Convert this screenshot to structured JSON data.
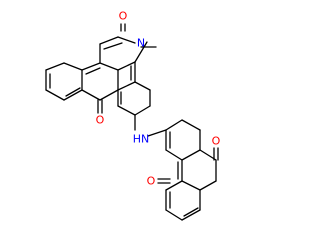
{
  "colors": {
    "background": "#ffffff",
    "bond": "#000000",
    "oxygen": "#ff0000",
    "nitrogen": "#0000ff"
  },
  "labels": {
    "o_lactam": "O",
    "n_methyl": "N",
    "o_ketone": "O",
    "nh_linker": "HN",
    "o_aq_top": "O",
    "o_aq_bottom": "O"
  }
}
